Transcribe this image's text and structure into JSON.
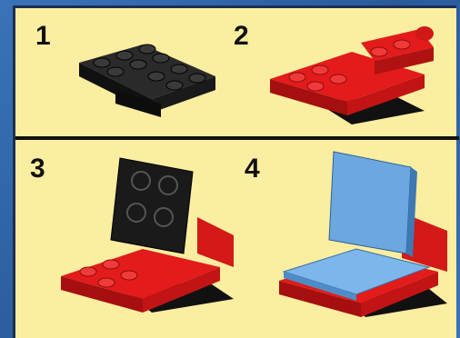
{
  "steps": [
    {
      "number": "1"
    },
    {
      "number": "2"
    },
    {
      "number": "3"
    },
    {
      "number": "4"
    }
  ],
  "colors": {
    "background": "#fbeea0",
    "black_brick": "#1a1a1a",
    "red_brick": "#e31b1b",
    "blue_tile": "#6ba8e0",
    "divider": "#111111"
  },
  "parts": {
    "step1": [
      "black-plate"
    ],
    "step2": [
      "red-plate",
      "red-arm-pieces",
      "black-plate"
    ],
    "step3": [
      "black-backrest-plate",
      "red-plate",
      "black-plate"
    ],
    "step4": [
      "blue-tile-backrest",
      "blue-tile-seat",
      "red-plate",
      "black-plate"
    ]
  }
}
